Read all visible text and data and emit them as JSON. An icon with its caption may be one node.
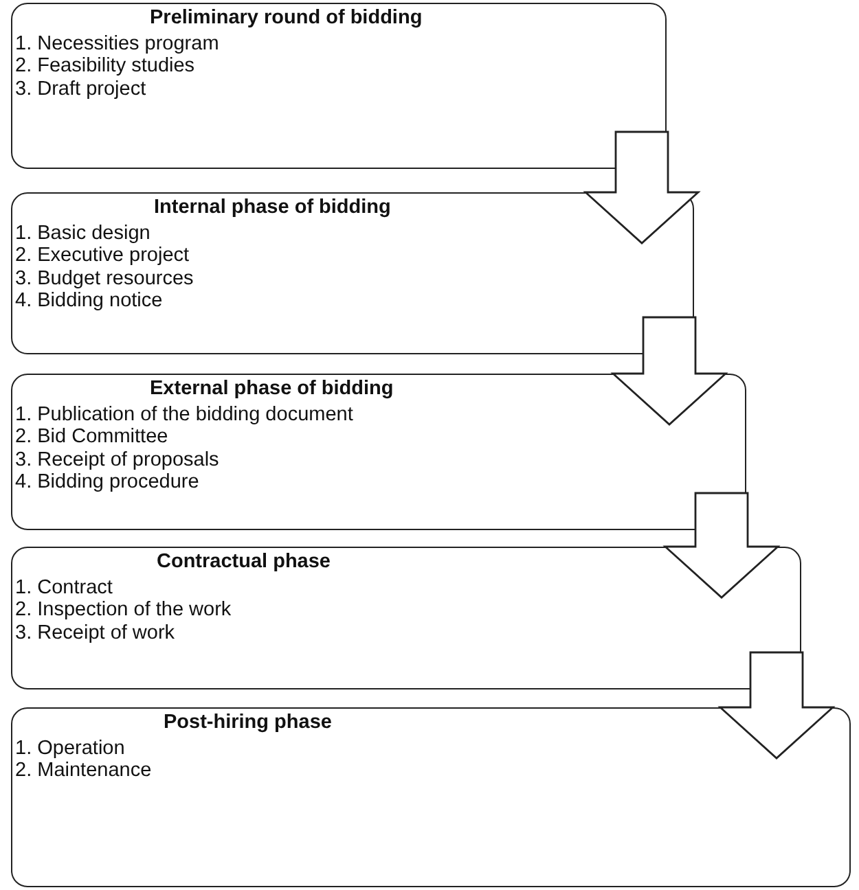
{
  "diagram": {
    "nodes": [
      {
        "text": [
          "Preliminary round of bidding",
          "1. Necessities program",
          "2. Feasibility studies",
          "3. Draft project"
        ]
      },
      {
        "text": [
          "Internal phase of bidding",
          "1. Basic design",
          "2. Executive project",
          "3. Budget resources",
          "4. Bidding notice"
        ]
      },
      {
        "text": [
          "External phase of bidding",
          "1. Publication of the bidding document",
          "2. Bid Committee",
          "3. Receipt of proposals",
          "4. Bidding procedure"
        ]
      },
      {
        "text": [
          "Contractual phase",
          "1. Contract",
          "2. Inspection of the work",
          "3. Receipt of work"
        ]
      },
      {
        "text": [
          "Post-hiring phase",
          "1. Operation",
          "2. Maintenance"
        ]
      }
    ],
    "edges": [
      {
        "from": 0,
        "to": 1,
        "arrow": "to"
      },
      {
        "from": 1,
        "to": 2,
        "arrow": "to"
      },
      {
        "from": 2,
        "to": 3,
        "arrow": "to"
      },
      {
        "from": 3,
        "to": 4,
        "arrow": "to"
      }
    ]
  }
}
